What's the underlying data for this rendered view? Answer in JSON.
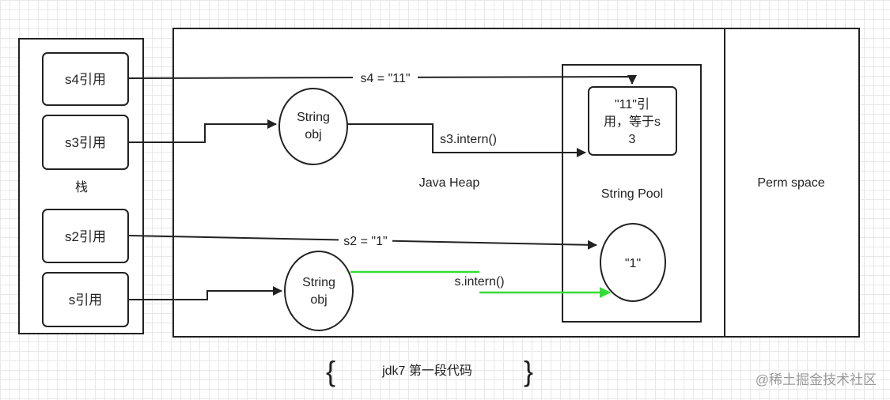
{
  "stack": {
    "label": "栈",
    "refs": [
      "s4引用",
      "s3引用",
      "s2引用",
      "s引用"
    ]
  },
  "heap": {
    "label": "Java Heap",
    "obj_top": [
      "String",
      "obj"
    ],
    "obj_bottom": [
      "String",
      "obj"
    ]
  },
  "pool": {
    "label": "String Pool",
    "entry_11": [
      "\"11\"引",
      "用，等于s",
      "3"
    ],
    "entry_1": "\"1\""
  },
  "perm": {
    "label": "Perm space"
  },
  "edges": {
    "s4_assign": "s4 = \"11\"",
    "s3_intern": "s3.intern()",
    "s2_assign": "s2 = \"1\"",
    "s_intern": "s.intern()"
  },
  "caption": {
    "text": "jdk7 第一段代码",
    "brace_left": "{",
    "brace_right": "}"
  },
  "watermark": "@稀土掘金技术社区",
  "colors": {
    "line": "#222222",
    "highlight": "#33dd33",
    "grid": "#e8e8e8"
  }
}
